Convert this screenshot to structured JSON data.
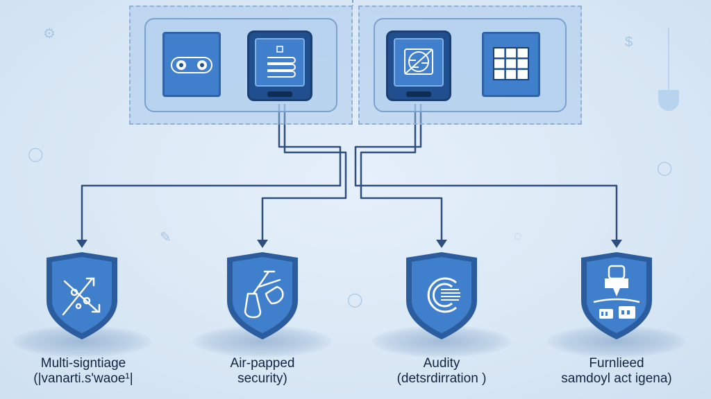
{
  "diagram": {
    "top_panels": {
      "left": {
        "devices": [
          {
            "icon": "sensor-device-icon"
          },
          {
            "icon": "stacked-layers-icon"
          }
        ]
      },
      "right": {
        "devices": [
          {
            "icon": "blocked-circuit-icon"
          },
          {
            "icon": "grid-panel-icon"
          }
        ]
      }
    },
    "features": [
      {
        "icon": "network-arrows-icon",
        "line1": "Multi-signtiage",
        "line2": "(|vanarti.s'waoe¹|"
      },
      {
        "icon": "beaker-pipette-icon",
        "line1": "Air-papped",
        "line2": "security)"
      },
      {
        "icon": "circular-audit-icon",
        "line1": "Audity",
        "line2": "(detsrdirration )"
      },
      {
        "icon": "hardware-vault-icon",
        "line1": "Furnlieed",
        "line2": "samdoyl act igena)"
      }
    ],
    "colors": {
      "background": "#dbe9f6",
      "shield_fill": "#3f7fcc",
      "shield_border": "#2a5c9e",
      "connector": "#2e4f7e",
      "label_text": "#10243f"
    }
  }
}
